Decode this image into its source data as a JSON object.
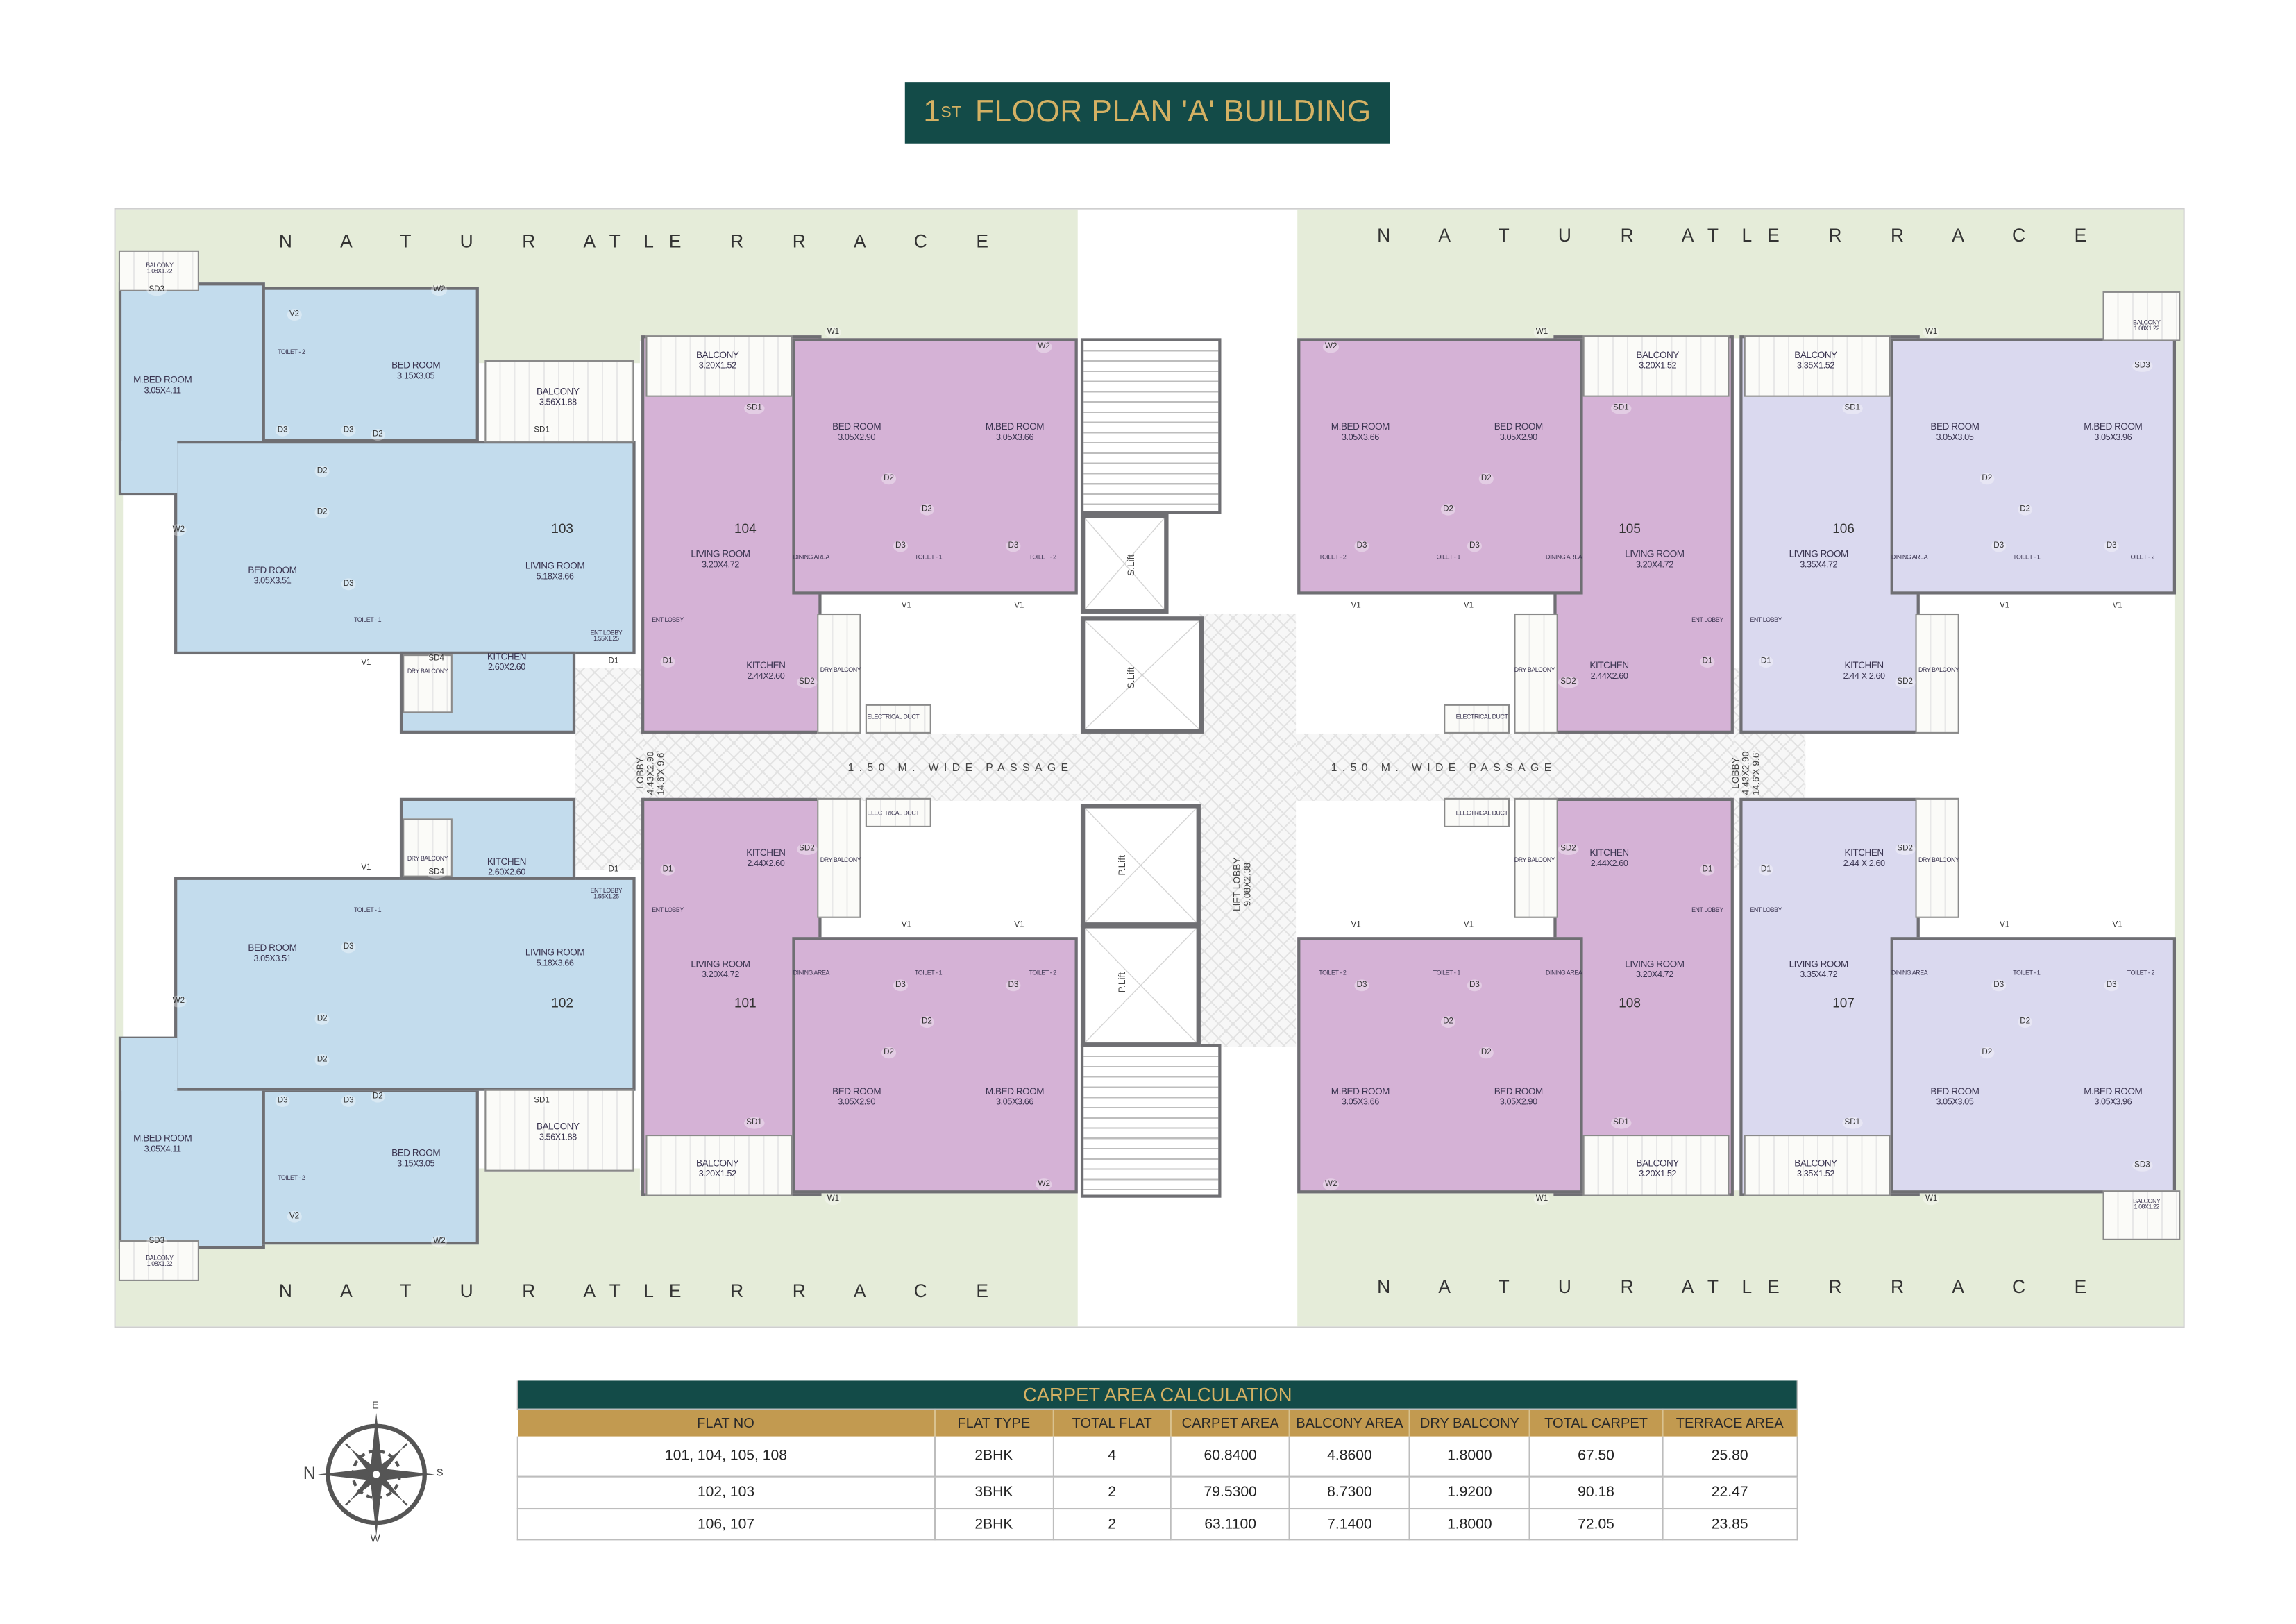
{
  "title": {
    "prefix": "1",
    "sup": "ST",
    "text": "FLOOR PLAN 'A' BUILDING"
  },
  "terrace_labels": {
    "natural": "N A T U R A L",
    "terrace": "T E R R A C E"
  },
  "core": {
    "passage_label": "1.50 M.  WIDE  PASSAGE",
    "lobby_label": "LOBBY",
    "lobby_dim": "4.43X2.90",
    "lobby_dim_ft": "14.6'X 9.6'",
    "lift_lobby_label": "LIFT LOBBY",
    "lift_lobby_dim": "9.08X2.38",
    "service_lift": "S.Lift",
    "passenger_lift": "P.Lift"
  },
  "flats": [
    {
      "number": "103",
      "color": "#c3dced",
      "rooms": [
        {
          "name": "M.BED ROOM",
          "dim": "3.05X4.11"
        },
        {
          "name": "TOILET - 2",
          "dim": ""
        },
        {
          "name": "BED ROOM",
          "dim": "3.15X3.05"
        },
        {
          "name": "BALCONY",
          "dim": "3.56X1.88"
        },
        {
          "name": "LIVING ROOM",
          "dim": "5.18X3.66"
        },
        {
          "name": "BED ROOM",
          "dim": "3.05X3.51"
        },
        {
          "name": "TOILET - 1",
          "dim": ""
        },
        {
          "name": "KITCHEN",
          "dim": "2.60X2.60"
        },
        {
          "name": "DRY BALCONY",
          "dim": ""
        },
        {
          "name": "ENT LOBBY",
          "dim": "1.55X1.25"
        },
        {
          "name": "BALCONY",
          "dim": "1.08X1.22"
        }
      ],
      "tags": [
        "SD3",
        "V2",
        "W2",
        "D3",
        "D3",
        "D2",
        "SD1",
        "D2",
        "D2",
        "W2",
        "D3",
        "V1",
        "SD4",
        "D1"
      ]
    },
    {
      "number": "102",
      "color": "#c3dced",
      "rooms": [
        {
          "name": "M.BED ROOM",
          "dim": "3.05X4.11"
        },
        {
          "name": "TOILET - 2",
          "dim": ""
        },
        {
          "name": "BED ROOM",
          "dim": "3.15X3.05"
        },
        {
          "name": "BALCONY",
          "dim": "3.56X1.88"
        },
        {
          "name": "LIVING ROOM",
          "dim": "5.18X3.66"
        },
        {
          "name": "BED ROOM",
          "dim": "3.05X3.51"
        },
        {
          "name": "TOILET - 1",
          "dim": ""
        },
        {
          "name": "KITCHEN",
          "dim": "2.60X2.60"
        },
        {
          "name": "DRY BALCONY",
          "dim": ""
        },
        {
          "name": "ENT LOBBY",
          "dim": "1.55X1.25"
        },
        {
          "name": "BALCONY",
          "dim": "1.08X1.22"
        }
      ],
      "tags": [
        "SD3",
        "V2",
        "W2",
        "D3",
        "D3",
        "D2",
        "SD1",
        "D2",
        "D2",
        "W2",
        "D3",
        "V1",
        "SD4",
        "D1"
      ]
    },
    {
      "number": "104",
      "color": "#d5b2d6",
      "rooms": [
        {
          "name": "BALCONY",
          "dim": "3.20X1.52"
        },
        {
          "name": "BED ROOM",
          "dim": "3.05X2.90"
        },
        {
          "name": "M.BED ROOM",
          "dim": "3.05X3.66"
        },
        {
          "name": "LIVING ROOM",
          "dim": "3.20X4.72"
        },
        {
          "name": "DINING AREA",
          "dim": ""
        },
        {
          "name": "TOILET - 1",
          "dim": ""
        },
        {
          "name": "TOILET - 2",
          "dim": ""
        },
        {
          "name": "ENT LOBBY",
          "dim": ""
        },
        {
          "name": "KITCHEN",
          "dim": "2.44X2.60"
        },
        {
          "name": "DRY BALCONY",
          "dim": ""
        },
        {
          "name": "ELECTRICAL DUCT",
          "dim": ""
        }
      ],
      "tags": [
        "W1",
        "W2",
        "SD1",
        "D2",
        "D2",
        "D3",
        "D3",
        "V1",
        "V1",
        "D1",
        "SD2"
      ]
    },
    {
      "number": "105",
      "color": "#d5b2d6",
      "rooms": [
        {
          "name": "BALCONY",
          "dim": "3.20X1.52"
        },
        {
          "name": "BED ROOM",
          "dim": "3.05X2.90"
        },
        {
          "name": "M.BED ROOM",
          "dim": "3.05X3.66"
        },
        {
          "name": "LIVING ROOM",
          "dim": "3.20X4.72"
        },
        {
          "name": "DINING AREA",
          "dim": ""
        },
        {
          "name": "TOILET - 1",
          "dim": ""
        },
        {
          "name": "TOILET - 2",
          "dim": ""
        },
        {
          "name": "ENT LOBBY",
          "dim": ""
        },
        {
          "name": "KITCHEN",
          "dim": "2.44X2.60"
        },
        {
          "name": "DRY BALCONY",
          "dim": ""
        },
        {
          "name": "ELECTRICAL DUCT",
          "dim": ""
        }
      ],
      "tags": [
        "W1",
        "W2",
        "SD1",
        "D2",
        "D2",
        "D3",
        "D3",
        "V1",
        "V1",
        "D1",
        "SD2"
      ]
    },
    {
      "number": "101",
      "color": "#d5b2d6",
      "rooms": [
        {
          "name": "BALCONY",
          "dim": "3.20X1.52"
        },
        {
          "name": "BED ROOM",
          "dim": "3.05X2.90"
        },
        {
          "name": "M.BED ROOM",
          "dim": "3.05X3.66"
        },
        {
          "name": "LIVING ROOM",
          "dim": "3.20X4.72"
        },
        {
          "name": "DINING AREA",
          "dim": ""
        },
        {
          "name": "TOILET - 1",
          "dim": ""
        },
        {
          "name": "TOILET - 2",
          "dim": ""
        },
        {
          "name": "ENT LOBBY",
          "dim": ""
        },
        {
          "name": "KITCHEN",
          "dim": "2.44X2.60"
        },
        {
          "name": "DRY BALCONY",
          "dim": ""
        },
        {
          "name": "ELECTRICAL DUCT",
          "dim": ""
        }
      ],
      "tags": [
        "W1",
        "W2",
        "SD1",
        "D2",
        "D2",
        "D3",
        "D3",
        "V1",
        "V1",
        "D1",
        "SD2"
      ]
    },
    {
      "number": "108",
      "color": "#d5b2d6",
      "rooms": [
        {
          "name": "BALCONY",
          "dim": "3.20X1.52"
        },
        {
          "name": "BED ROOM",
          "dim": "3.05X2.90"
        },
        {
          "name": "M.BED ROOM",
          "dim": "3.05X3.66"
        },
        {
          "name": "LIVING ROOM",
          "dim": "3.20X4.72"
        },
        {
          "name": "DINING AREA",
          "dim": ""
        },
        {
          "name": "TOILET - 1",
          "dim": ""
        },
        {
          "name": "TOILET - 2",
          "dim": ""
        },
        {
          "name": "ENT LOBBY",
          "dim": ""
        },
        {
          "name": "KITCHEN",
          "dim": "2.44X2.60"
        },
        {
          "name": "DRY BALCONY",
          "dim": ""
        },
        {
          "name": "ELECTRICAL DUCT",
          "dim": ""
        }
      ],
      "tags": [
        "W1",
        "W2",
        "SD1",
        "D2",
        "D2",
        "D3",
        "D3",
        "V1",
        "V1",
        "D1",
        "SD2"
      ]
    },
    {
      "number": "106",
      "color": "#dad9ef",
      "rooms": [
        {
          "name": "BALCONY",
          "dim": "3.35X1.52"
        },
        {
          "name": "BED ROOM",
          "dim": "3.05X3.05"
        },
        {
          "name": "M.BED ROOM",
          "dim": "3.05X3.96"
        },
        {
          "name": "LIVING ROOM",
          "dim": "3.35X4.72"
        },
        {
          "name": "DINING AREA",
          "dim": ""
        },
        {
          "name": "TOILET - 1",
          "dim": ""
        },
        {
          "name": "TOILET - 2",
          "dim": ""
        },
        {
          "name": "ENT LOBBY",
          "dim": ""
        },
        {
          "name": "KITCHEN",
          "dim": "2.44 X 2.60"
        },
        {
          "name": "DRY BALCONY",
          "dim": ""
        },
        {
          "name": "BALCONY",
          "dim": "1.08X1.22"
        }
      ],
      "tags": [
        "W1",
        "SD3",
        "SD1",
        "D2",
        "D2",
        "D3",
        "D3",
        "V1",
        "V1",
        "D1",
        "SD2"
      ]
    },
    {
      "number": "107",
      "color": "#dad9ef",
      "rooms": [
        {
          "name": "BALCONY",
          "dim": "3.35X1.52"
        },
        {
          "name": "BED ROOM",
          "dim": "3.05X3.05"
        },
        {
          "name": "M.BED ROOM",
          "dim": "3.05X3.96"
        },
        {
          "name": "LIVING ROOM",
          "dim": "3.35X4.72"
        },
        {
          "name": "DINING AREA",
          "dim": ""
        },
        {
          "name": "TOILET - 1",
          "dim": ""
        },
        {
          "name": "TOILET - 2",
          "dim": ""
        },
        {
          "name": "ENT LOBBY",
          "dim": ""
        },
        {
          "name": "KITCHEN",
          "dim": "2.44 X 2.60"
        },
        {
          "name": "DRY BALCONY",
          "dim": ""
        },
        {
          "name": "BALCONY",
          "dim": "1.08X1.22"
        }
      ],
      "tags": [
        "W1",
        "SD3",
        "SD1",
        "D2",
        "D2",
        "D3",
        "D3",
        "V1",
        "V1",
        "D1",
        "SD2"
      ]
    }
  ],
  "carpet_table": {
    "title": "CARPET AREA CALCULATION",
    "columns": [
      "FLAT NO",
      "FLAT TYPE",
      "TOTAL FLAT",
      "CARPET AREA",
      "BALCONY AREA",
      "DRY BALCONY",
      "TOTAL CARPET",
      "TERRACE  AREA"
    ],
    "rows": [
      [
        "101, 104, 105, 108",
        "2BHK",
        "4",
        "60.8400",
        "4.8600",
        "1.8000",
        "67.50",
        "25.80"
      ],
      [
        "102, 103",
        "3BHK",
        "2",
        "79.5300",
        "8.7300",
        "1.9200",
        "90.18",
        "22.47"
      ],
      [
        "106, 107",
        "2BHK",
        "2",
        "63.1100",
        "7.1400",
        "1.8000",
        "72.05",
        "23.85"
      ]
    ],
    "colors": {
      "title_bg": "#134b48",
      "title_text": "#d4b163",
      "header_bg": "#c29a50"
    }
  },
  "compass": {
    "north": "N",
    "south": "S",
    "east": "E",
    "west": "W",
    "icon": "compass-rose-icon"
  },
  "colors": {
    "terrace": "#e5ecd9",
    "brand_green": "#134b48",
    "gold": "#d4b163"
  }
}
